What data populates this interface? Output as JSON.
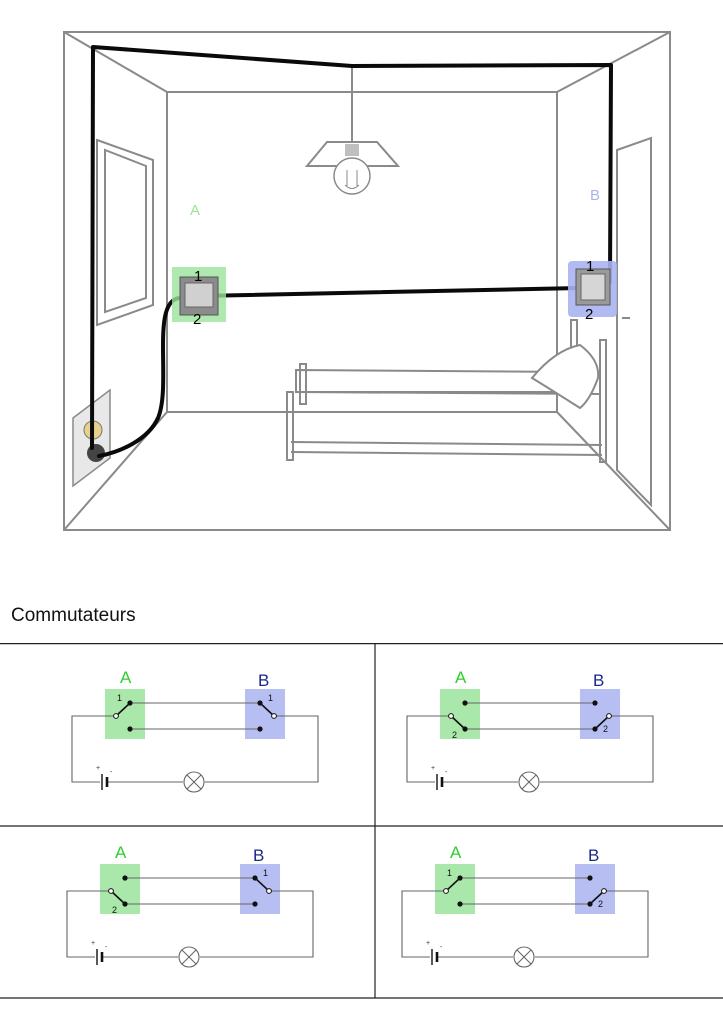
{
  "colors": {
    "wall_line": "#8a8a8a",
    "wire": "#0a0a0a",
    "switch_a": "#9be39b",
    "switch_b": "#a9b3f0",
    "label_a": "#2ecf2e",
    "label_b": "#1a2a8a"
  },
  "room": {
    "switch_a_label": "A",
    "switch_b_label": "B",
    "switch_a_terminals": [
      "1",
      "2"
    ],
    "switch_b_terminals": [
      "1",
      "2"
    ],
    "icons": [
      "ceiling-lamp-icon",
      "bed-icon",
      "pillow-icon",
      "window-icon",
      "door-icon",
      "wall-outlet-icon"
    ]
  },
  "section_title": "Commutateurs",
  "circuits": [
    {
      "label_a": "A",
      "label_b": "B",
      "a_position": "1",
      "b_position": "1",
      "battery_plus": "+",
      "battery_minus": "-"
    },
    {
      "label_a": "A",
      "label_b": "B",
      "a_position": "2",
      "b_position": "2",
      "battery_plus": "+",
      "battery_minus": "-"
    },
    {
      "label_a": "A",
      "label_b": "B",
      "a_position": "2",
      "b_position": "1",
      "battery_plus": "+",
      "battery_minus": "-"
    },
    {
      "label_a": "A",
      "label_b": "B",
      "a_position": "1",
      "b_position": "2",
      "battery_plus": "+",
      "battery_minus": "-"
    }
  ]
}
